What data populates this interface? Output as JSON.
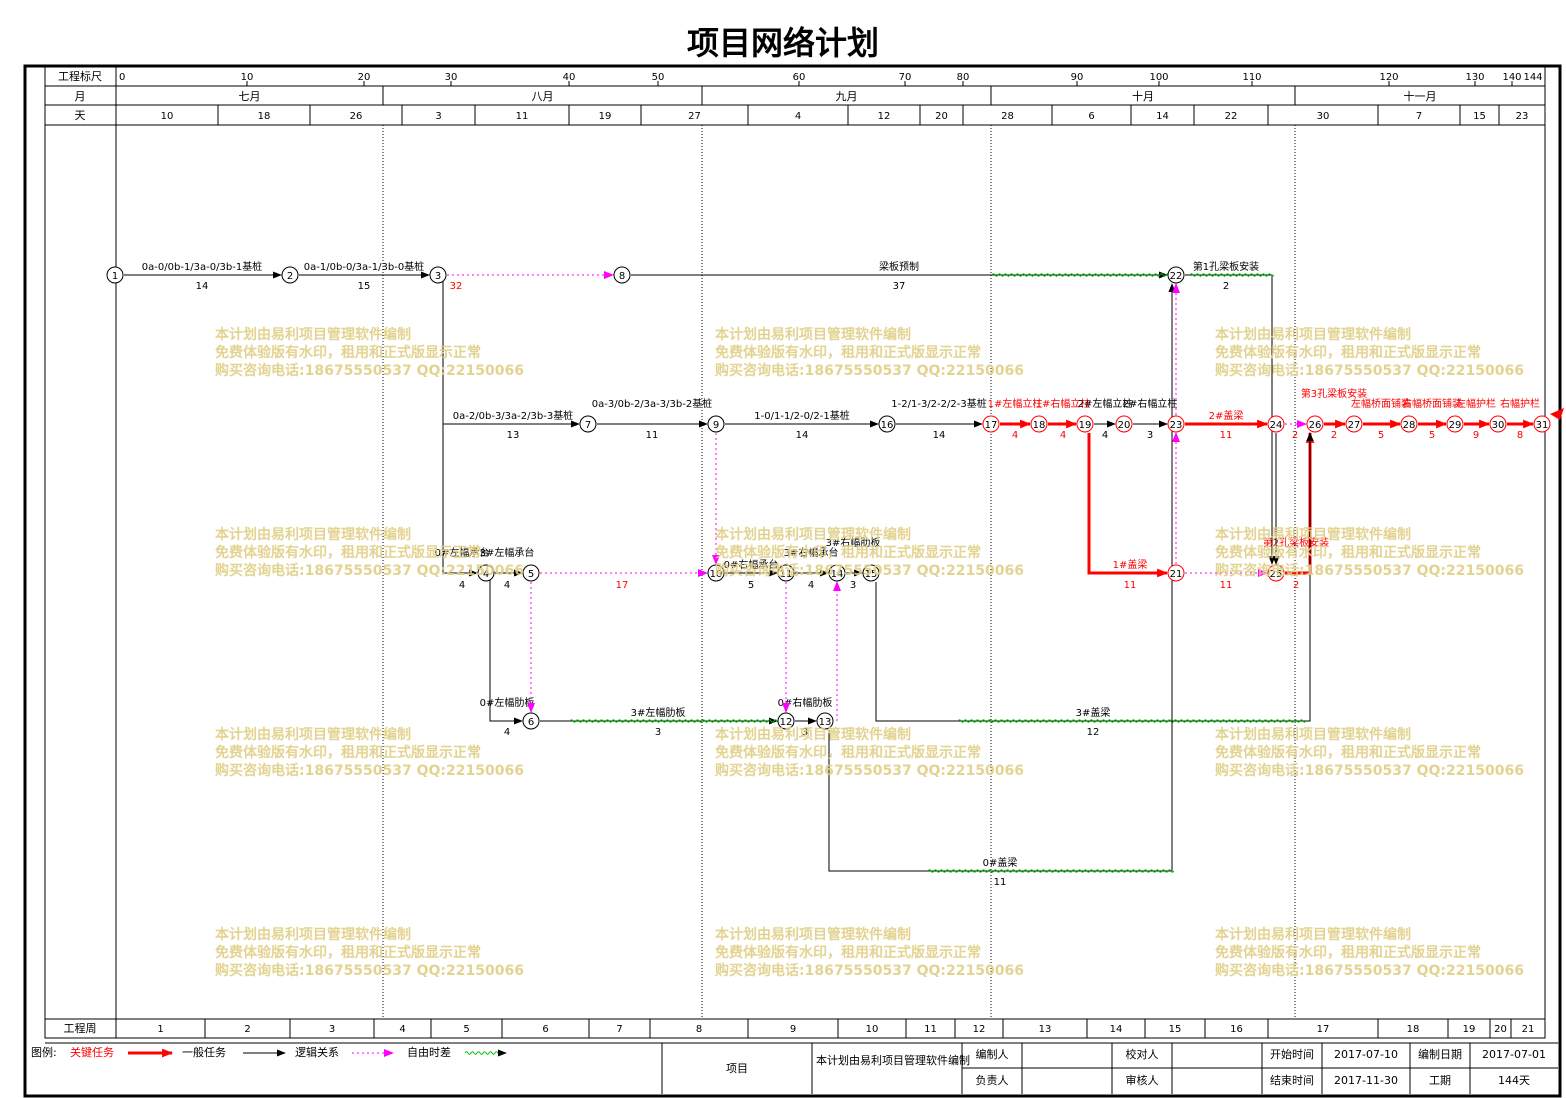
{
  "title": "项目网络计划",
  "header": {
    "scale_label": "工程标尺",
    "month_label": "月",
    "day_label": "天",
    "week_label": "工程周",
    "scale_ticks": [
      "0",
      "10",
      "20",
      "30",
      "40",
      "50",
      "60",
      "70",
      "80",
      "90",
      "100",
      "110",
      "120",
      "130",
      "140",
      "144"
    ],
    "months": [
      "七月",
      "八月",
      "九月",
      "十月",
      "十一月"
    ],
    "days": [
      "10",
      "18",
      "26",
      "3",
      "11",
      "19",
      "27",
      "4",
      "12",
      "20",
      "28",
      "6",
      "14",
      "22",
      "30",
      "7",
      "15",
      "23"
    ],
    "weeks": [
      "1",
      "2",
      "3",
      "4",
      "5",
      "6",
      "7",
      "8",
      "9",
      "10",
      "11",
      "12",
      "13",
      "14",
      "15",
      "16",
      "17",
      "18",
      "19",
      "20",
      "21"
    ]
  },
  "nodes": [
    "1",
    "2",
    "3",
    "4",
    "5",
    "6",
    "7",
    "8",
    "9",
    "10",
    "11",
    "12",
    "13",
    "14",
    "15",
    "16",
    "17",
    "18",
    "19",
    "20",
    "21",
    "22",
    "23",
    "24",
    "25",
    "26",
    "27",
    "28",
    "29",
    "30",
    "31"
  ],
  "tasks": [
    {
      "name": "0a-0/0b-1/3a-0/3b-1基桩",
      "duration": "14"
    },
    {
      "name": "0a-1/0b-0/3a-1/3b-0基桩",
      "duration": "15"
    },
    {
      "name": "",
      "duration": "32"
    },
    {
      "name": "梁板预制",
      "duration": "37"
    },
    {
      "name": "第1孔梁板安装",
      "duration": "2"
    },
    {
      "name": "0a-2/0b-3/3a-2/3b-3基桩",
      "duration": "13"
    },
    {
      "name": "0a-3/0b-2/3a-3/3b-2基桩",
      "duration": "11"
    },
    {
      "name": "1-0/1-1/2-0/2-1基桩",
      "duration": "14"
    },
    {
      "name": "1-2/1-3/2-2/2-3基桩",
      "duration": "14"
    },
    {
      "name": "1#左幅立柱",
      "duration": "4"
    },
    {
      "name": "1#右幅立柱",
      "duration": "4"
    },
    {
      "name": "2#左幅立柱",
      "duration": "4"
    },
    {
      "name": "2#右幅立柱",
      "duration": "3"
    },
    {
      "name": "2#盖梁",
      "duration": "11"
    },
    {
      "name": "",
      "duration": "2"
    },
    {
      "name": "第3孔梁板安装",
      "duration": "2"
    },
    {
      "name": "左幅桥面铺装",
      "duration": "5"
    },
    {
      "name": "右幅桥面铺装",
      "duration": "5"
    },
    {
      "name": "左幅护栏",
      "duration": "9"
    },
    {
      "name": "右幅护栏",
      "duration": "8"
    },
    {
      "name": "0#左幅承台",
      "duration": "4"
    },
    {
      "name": "3#左幅承台",
      "duration": "4"
    },
    {
      "name": "",
      "duration": "17"
    },
    {
      "name": "0#右幅承台",
      "duration": "5"
    },
    {
      "name": "3#右幅承台",
      "duration": "4"
    },
    {
      "name": "3#右幅肋板",
      "duration": "3"
    },
    {
      "name": "1#盖梁",
      "duration": "11"
    },
    {
      "name": "",
      "duration": "11"
    },
    {
      "name": "第2孔梁板安装",
      "duration": "2"
    },
    {
      "name": "0#左幅肋板",
      "duration": "4"
    },
    {
      "name": "3#左幅肋板",
      "duration": "3"
    },
    {
      "name": "0#右幅肋板",
      "duration": "3"
    },
    {
      "name": "3#盖梁",
      "duration": "12"
    },
    {
      "name": "0#盖梁",
      "duration": "11"
    }
  ],
  "watermark": {
    "line1": "本计划由易利项目管理软件编制",
    "line2": "免费体验版有水印，租用和正式版显示正常",
    "line3": "购买咨询电话:18675550537 QQ:22150066"
  },
  "legend": {
    "label": "图例:",
    "critical": "关键任务",
    "normal": "一般任务",
    "logic": "逻辑关系",
    "float": "自由时差"
  },
  "footer": {
    "project_label": "项目",
    "project_value": "本计划由易利项目管理软件编制",
    "editor_label": "编制人",
    "checker_label": "校对人",
    "start_label": "开始时间",
    "start_value": "2017-07-10",
    "date_label": "编制日期",
    "date_value": "2017-07-01",
    "owner_label": "负责人",
    "reviewer_label": "审核人",
    "end_label": "结束时间",
    "end_value": "2017-11-30",
    "period_label": "工期",
    "period_value": "144天"
  },
  "colors": {
    "critical": "#ff0000",
    "normal": "#000000",
    "logic": "#ff00ff",
    "float": "#00c000",
    "watermark": "#e0cf86"
  }
}
